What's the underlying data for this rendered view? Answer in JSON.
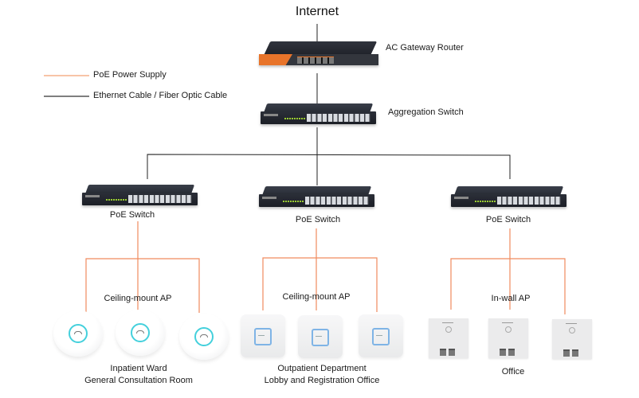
{
  "diagram": {
    "title": "Internet",
    "legend": [
      {
        "label": "PoE Power Supply",
        "color": "#f5a87a",
        "line": "poe"
      },
      {
        "label": "Ethernet Cable / Fiber Optic Cable",
        "color": "#222222",
        "line": "ethernet"
      }
    ],
    "core": {
      "router_label": "AC Gateway Router",
      "aggregation_label": "Aggregation Switch"
    },
    "branches": [
      {
        "switch_label": "PoE Switch",
        "ap_type_label": "Ceiling-mount AP",
        "ap_style": "round",
        "ap_count": 3,
        "location_lines": [
          "Inpatient Ward",
          "General Consultation Room"
        ]
      },
      {
        "switch_label": "PoE Switch",
        "ap_type_label": "Ceiling-mount AP",
        "ap_style": "square",
        "ap_count": 3,
        "location_lines": [
          "Outpatient Department",
          "Lobby and Registration Office"
        ]
      },
      {
        "switch_label": "PoE Switch",
        "ap_type_label": "In-wall AP",
        "ap_style": "wall",
        "ap_count": 3,
        "location_lines": [
          "Office"
        ]
      }
    ],
    "colors": {
      "poe": "#f08a5d",
      "ethernet": "#222222",
      "router_accent": "#e8742a",
      "ap_ring": "#44d0dc",
      "ap_square_frame": "#7fb4e6"
    }
  }
}
